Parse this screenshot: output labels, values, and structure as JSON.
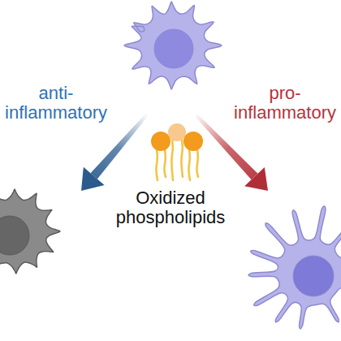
{
  "diagram": {
    "labels": [
      "anti- inflammatory",
      "Oxidized phospholipids",
      "pro- inflammatory"
    ]
  }
}
